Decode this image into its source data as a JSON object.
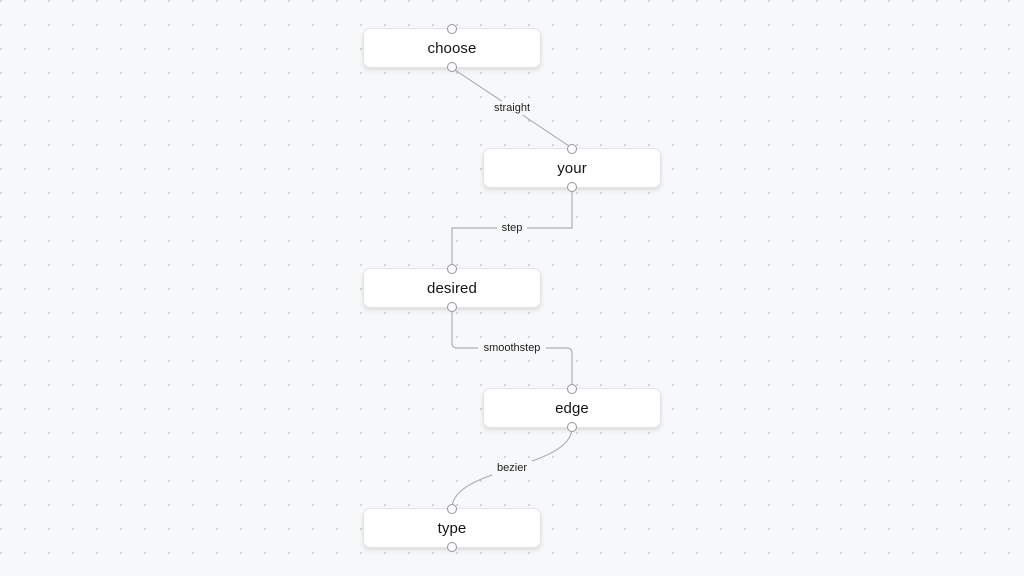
{
  "flow": {
    "nodes": [
      {
        "label": "choose"
      },
      {
        "label": "your"
      },
      {
        "label": "desired"
      },
      {
        "label": "edge"
      },
      {
        "label": "type"
      }
    ],
    "edges": [
      {
        "label": "straight",
        "type": "straight",
        "source": "choose",
        "target": "your"
      },
      {
        "label": "step",
        "type": "step",
        "source": "your",
        "target": "desired"
      },
      {
        "label": "smoothstep",
        "type": "smoothstep",
        "source": "desired",
        "target": "edge"
      },
      {
        "label": "bezier",
        "type": "bezier",
        "source": "edge",
        "target": "type"
      }
    ],
    "colors": {
      "canvas_background": "#f7f8f9",
      "grid_dot": "#d2d3d8",
      "node_background": "#ffffff",
      "node_border": "#e3e3e8",
      "node_text": "#141414",
      "edge_stroke": "#b1b1b7",
      "edge_label_text": "#222222",
      "handle_border": "#95969e"
    }
  }
}
